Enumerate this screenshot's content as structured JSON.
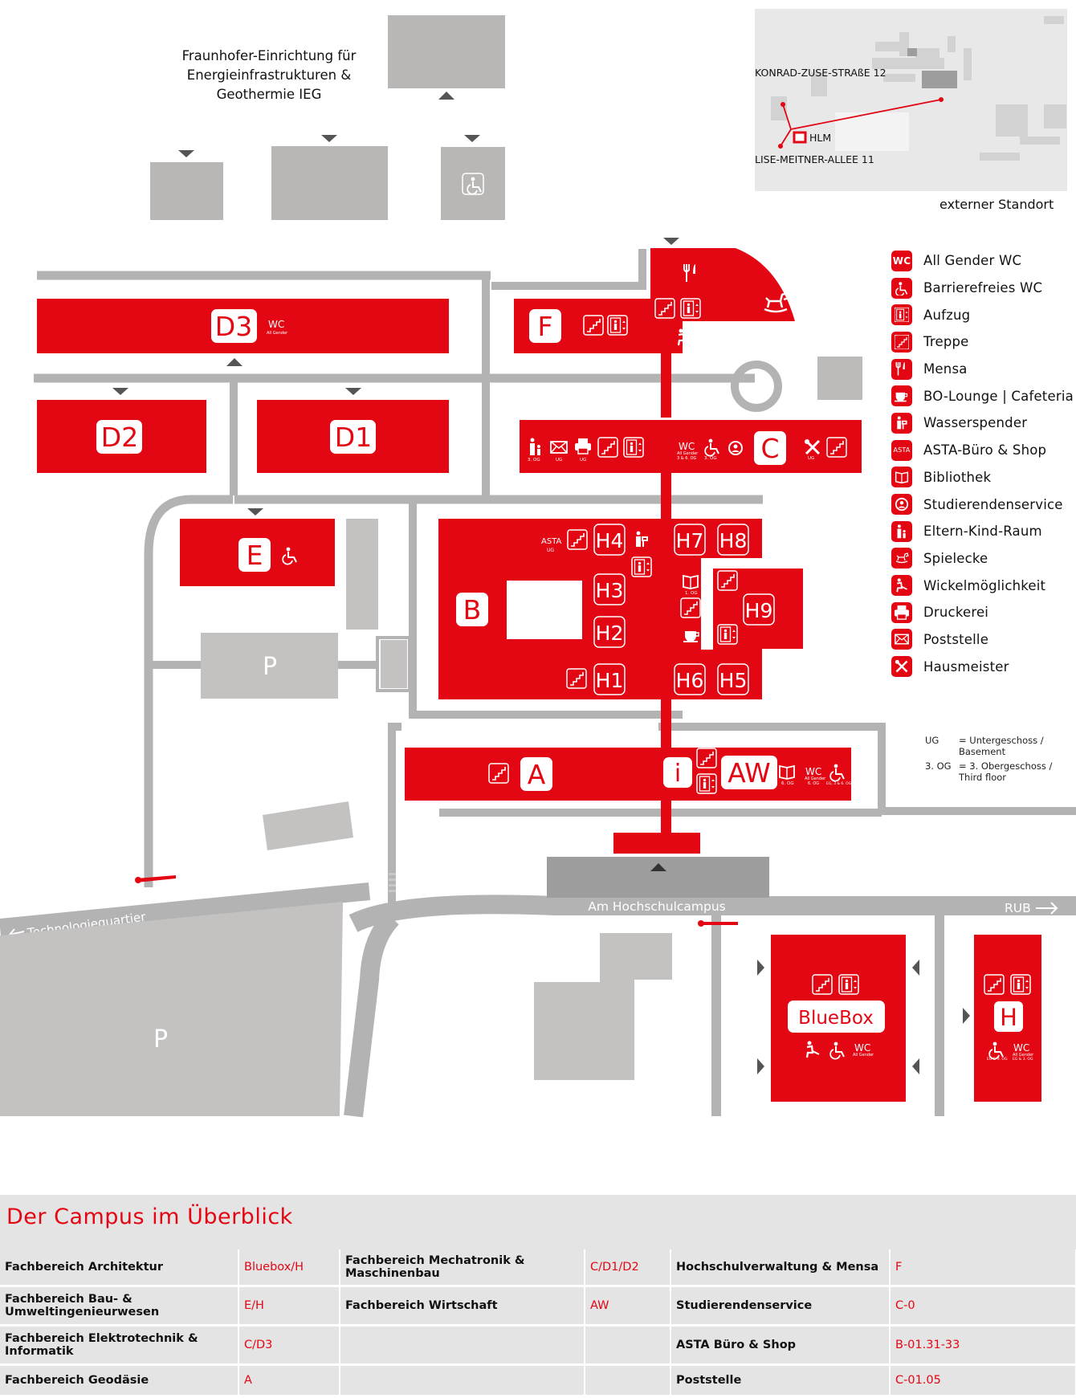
{
  "map": {
    "title_institute": [
      "Fraunhofer-Einrichtung für",
      "Energieinfrastrukturen &",
      "Geothermie IEG"
    ],
    "external": {
      "label": "externer Standort",
      "street1": "KONRAD-ZUSE-STRAßE 12",
      "street2": "LISE-MEITNER-ALLEE 11",
      "site": "HLM"
    },
    "buildings": {
      "D3": "D3",
      "D2": "D2",
      "D1": "D1",
      "F": "F",
      "C": "C",
      "E": "E",
      "B": "B",
      "A": "A",
      "AW": "AW",
      "info": "i",
      "bluebox": "BlueBox",
      "H": "H",
      "halls": [
        "H1",
        "H2",
        "H3",
        "H4",
        "H5",
        "H6",
        "H7",
        "H8",
        "H9"
      ]
    },
    "parking": "P",
    "roads": {
      "campus": "Am Hochschulcampus",
      "techquarter": "Technologiequartier",
      "rub": "RUB"
    },
    "small_labels": {
      "wc": "WC",
      "all_gender": "All Gender",
      "asta": "ASTA",
      "ug": "UG",
      "og3": "3. OG",
      "og1": "1. OG",
      "og6": "6. OG",
      "c_wc_floors": "3 & 6. OG",
      "aw_wc_floors": "EG, 3 & 6. OG",
      "h_wc_floors": "EG & 3. OG"
    }
  },
  "legend": [
    {
      "icon": "wc-all-gender-icon",
      "label": "All Gender WC"
    },
    {
      "icon": "accessible-wc-icon",
      "label": "Barrierefreies WC"
    },
    {
      "icon": "elevator-icon",
      "label": "Aufzug"
    },
    {
      "icon": "stairs-icon",
      "label": "Treppe"
    },
    {
      "icon": "cutlery-icon",
      "label": "Mensa"
    },
    {
      "icon": "coffee-icon",
      "label": "BO-Lounge | Cafeteria"
    },
    {
      "icon": "water-dispenser-icon",
      "label": "Wasserspender"
    },
    {
      "icon": "asta-icon",
      "label": "ASTA-Büro & Shop"
    },
    {
      "icon": "book-icon",
      "label": "Bibliothek"
    },
    {
      "icon": "student-service-icon",
      "label": "Studierendenservice"
    },
    {
      "icon": "parent-child-icon",
      "label": "Eltern-Kind-Raum"
    },
    {
      "icon": "rocking-horse-icon",
      "label": "Spielecke"
    },
    {
      "icon": "baby-changing-icon",
      "label": "Wickelmöglichkeit"
    },
    {
      "icon": "printer-icon",
      "label": "Druckerei"
    },
    {
      "icon": "mail-icon",
      "label": "Poststelle"
    },
    {
      "icon": "tools-icon",
      "label": "Hausmeister"
    }
  ],
  "legend_wc": "WC",
  "legend_asta": "ASTA",
  "floor_notes": [
    {
      "key": "UG",
      "value": "= Untergeschoss / Basement"
    },
    {
      "key": "3. OG",
      "value": "= 3. Obergeschoss / Third floor"
    }
  ],
  "overview": {
    "title": "Der Campus im Überblick",
    "rows": [
      [
        "Fachbereich Architektur",
        "Bluebox/H",
        "Fachbereich Mechatronik & Maschinenbau",
        "C/D1/D2",
        "Hochschulverwaltung & Mensa",
        "F"
      ],
      [
        "Fachbereich Bau- & Umweltingenieurwesen",
        "E/H",
        "Fachbereich Wirtschaft",
        "AW",
        "Studierendenservice",
        "C-0"
      ],
      [
        "Fachbereich Elektrotechnik & Informatik",
        "C/D3",
        "",
        "",
        "ASTA Büro & Shop",
        "B-01.31-33"
      ],
      [
        "Fachbereich Geodäsie",
        "A",
        "",
        "",
        "Poststelle",
        "C-01.05"
      ]
    ]
  }
}
